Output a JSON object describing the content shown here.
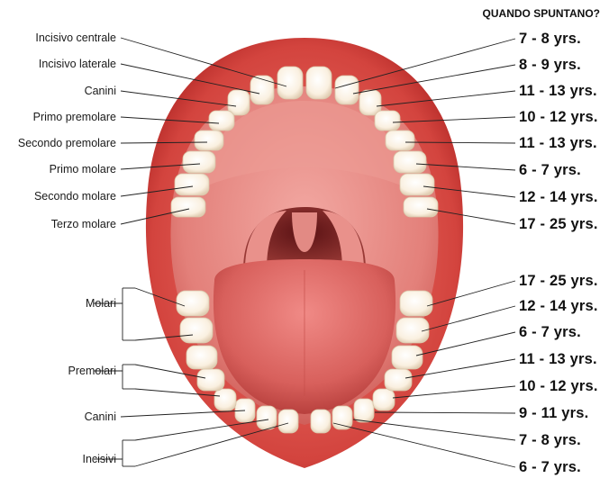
{
  "header": "QUANDO SPUNTANO?",
  "upper_labels": [
    "Incisivo centrale",
    "Incisivo laterale",
    "Canini",
    "Primo premolare",
    "Secondo premolare",
    "Primo molare",
    "Secondo molare",
    "Terzo molare"
  ],
  "lower_labels": [
    "Molari",
    "Premolari",
    "Canini",
    "Incisivi"
  ],
  "upper_ages": [
    "7 - 8 yrs.",
    "8 - 9 yrs.",
    "11 - 13 yrs.",
    "10 - 12 yrs.",
    "11 - 13 yrs.",
    "6 - 7 yrs.",
    "12 - 14 yrs.",
    "17 - 25 yrs."
  ],
  "lower_ages": [
    "17 - 25 yrs.",
    "12 - 14 yrs.",
    "6 - 7 yrs.",
    "11 - 13 yrs.",
    "10 - 12 yrs.",
    "9 - 11 yrs.",
    "7 - 8 yrs.",
    "6 - 7 yrs."
  ],
  "colors": {
    "lip": "#d3443e",
    "lip_dark": "#a8201f",
    "mouth": "#e8908a",
    "throat": "#7a2022",
    "tongue": "#d8605c",
    "tooth": "#fbf3e6",
    "tooth_shadow": "#e2d2bb",
    "leader": "#222222"
  }
}
